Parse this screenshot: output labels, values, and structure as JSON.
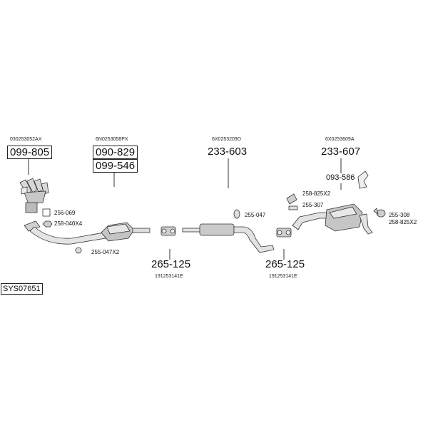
{
  "system_id": "SYS07651",
  "groups": {
    "manifold": {
      "oem": "030253052AX",
      "parts": [
        "099-805"
      ]
    },
    "catalyst": {
      "oem": "6N0253058PX",
      "parts": [
        "090-829",
        "099-546"
      ]
    },
    "front_silencer": {
      "oem": "6X0253209D",
      "part": "233-603"
    },
    "rear_silencer": {
      "oem": "6X0253609A",
      "part": "233-607"
    },
    "clamp_left": {
      "part": "265-125",
      "oem": "191253141E"
    },
    "clamp_right": {
      "part": "265-125",
      "oem": "191253141E"
    }
  },
  "small_parts": {
    "gasket": "256-069",
    "studs": "258-040X4",
    "gasket_x2": "255-047X2",
    "ring_front": "255-047",
    "hanger": "093-586",
    "rubber_mount_x2": "258-825X2",
    "ring_mid": "255-307",
    "ring_rear": "255-308",
    "rubber_mount_rear_x2": "258-825X2"
  }
}
